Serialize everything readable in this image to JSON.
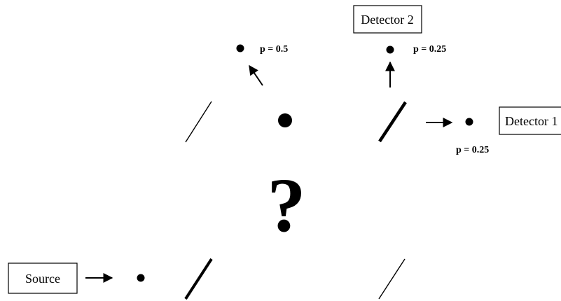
{
  "boxes": {
    "source": "Source",
    "detector_1": "Detector 1",
    "detector_2": "Detector 2"
  },
  "probabilities": {
    "upper_left": "p = 0.5",
    "upper_right": "p = 0.25",
    "right": "p = 0.25"
  },
  "center_symbol": "?"
}
